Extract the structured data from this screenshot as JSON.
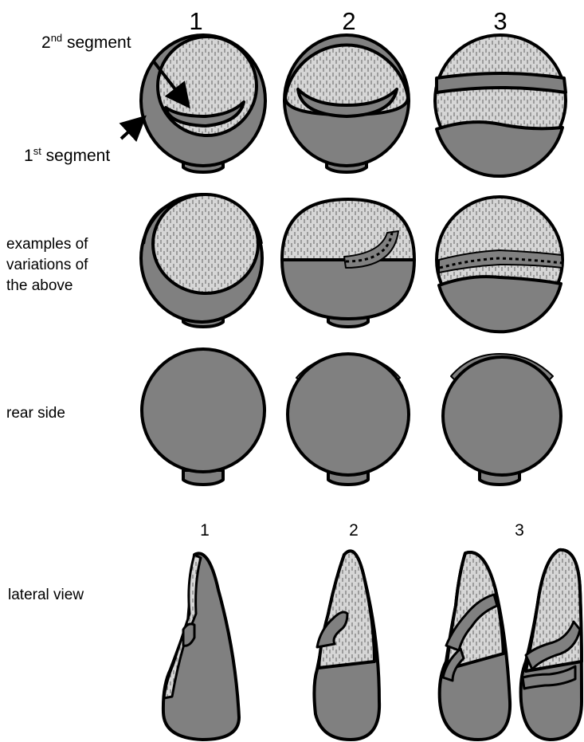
{
  "column_numbers_top": [
    "1",
    "2",
    "3"
  ],
  "column_numbers_lateral": [
    "1",
    "2",
    "3"
  ],
  "annotations": {
    "second_segment": {
      "prefix": "2",
      "sup": "nd",
      "suffix": " segment"
    },
    "first_segment": {
      "prefix": "1",
      "sup": "st",
      "suffix": " segment"
    }
  },
  "row_labels": {
    "variations": [
      "examples of",
      "variations of",
      "the above"
    ],
    "rear": "rear side",
    "lateral": "lateral view"
  },
  "colors": {
    "segment_fill": "#808080",
    "stipple_fill": "#d6d6d6",
    "stroke": "#000000"
  }
}
